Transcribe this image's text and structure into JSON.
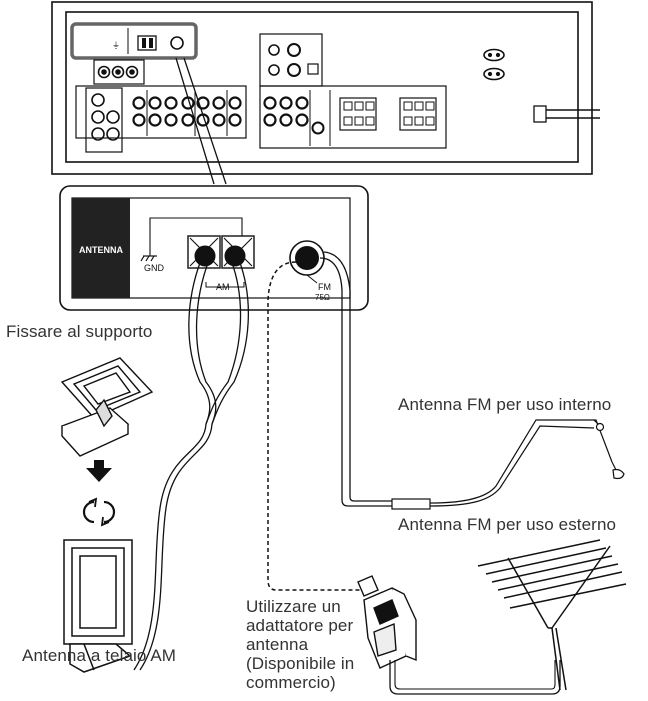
{
  "panel": {
    "antenna_header": "ANTENNA",
    "gnd_label": "GND",
    "am_label": "AM",
    "fm_label": "FM",
    "fm_impedance": "75Ω"
  },
  "labels": {
    "fix_to_stand": "Fissare al supporto",
    "fm_indoor": "Antenna FM per uso interno",
    "fm_outdoor": "Antenna FM per uso esterno",
    "adapter": [
      "Utilizzare un",
      "adattatore per",
      "antenna",
      "(Disponibile in",
      "commercio)"
    ],
    "am_loop": "Antenna a telaio AM"
  }
}
